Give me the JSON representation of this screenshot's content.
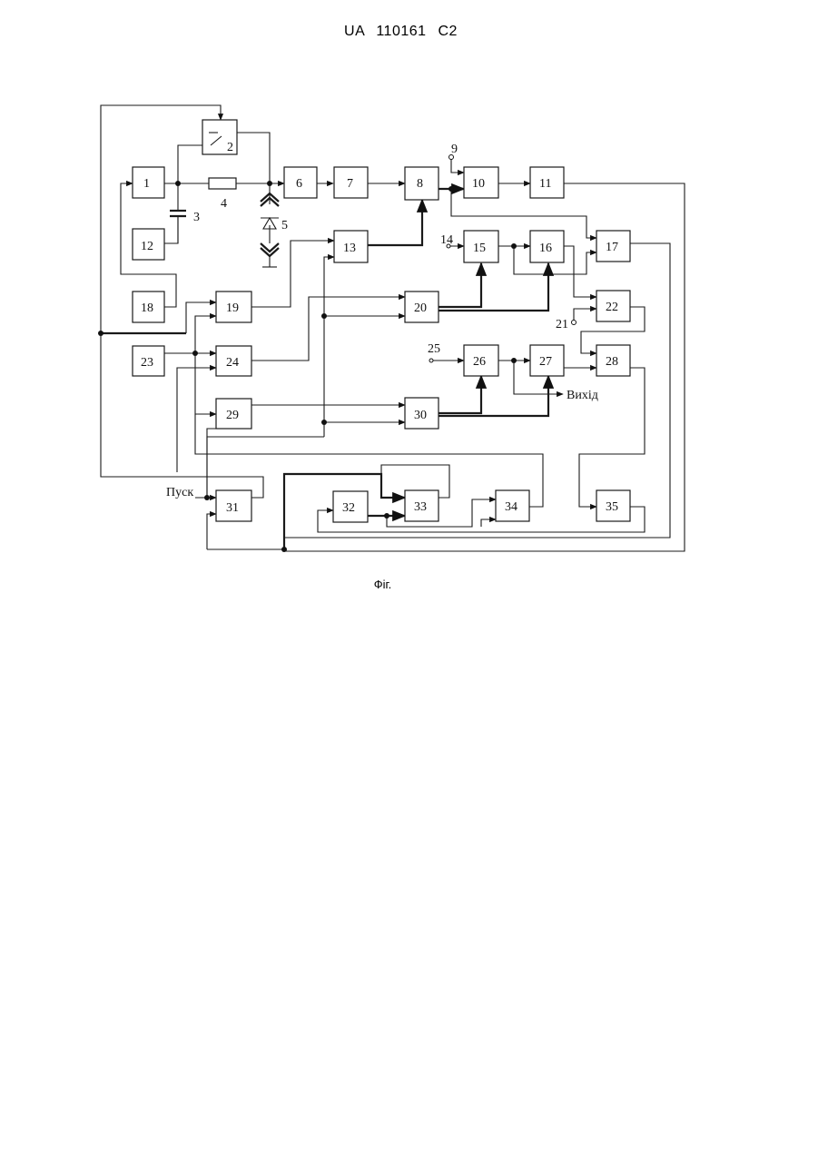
{
  "header": {
    "doc_number": "UA 110161 C2"
  },
  "caption": "Фіг.",
  "blocks": [
    {
      "id": "1",
      "label": "1"
    },
    {
      "id": "2",
      "label": "2"
    },
    {
      "id": "6",
      "label": "6"
    },
    {
      "id": "7",
      "label": "7"
    },
    {
      "id": "8",
      "label": "8"
    },
    {
      "id": "10",
      "label": "10"
    },
    {
      "id": "11",
      "label": "11"
    },
    {
      "id": "12",
      "label": "12"
    },
    {
      "id": "13",
      "label": "13"
    },
    {
      "id": "15",
      "label": "15"
    },
    {
      "id": "16",
      "label": "16"
    },
    {
      "id": "17",
      "label": "17"
    },
    {
      "id": "18",
      "label": "18"
    },
    {
      "id": "19",
      "label": "19"
    },
    {
      "id": "20",
      "label": "20"
    },
    {
      "id": "22",
      "label": "22"
    },
    {
      "id": "23",
      "label": "23"
    },
    {
      "id": "24",
      "label": "24"
    },
    {
      "id": "26",
      "label": "26"
    },
    {
      "id": "27",
      "label": "27"
    },
    {
      "id": "28",
      "label": "28"
    },
    {
      "id": "29",
      "label": "29"
    },
    {
      "id": "30",
      "label": "30"
    },
    {
      "id": "31",
      "label": "31"
    },
    {
      "id": "32",
      "label": "32"
    },
    {
      "id": "33",
      "label": "33"
    },
    {
      "id": "34",
      "label": "34"
    },
    {
      "id": "35",
      "label": "35"
    }
  ],
  "labels": {
    "capacitor": "3",
    "resistor": "4",
    "diode": "5",
    "terminal_9": "9",
    "terminal_14": "14",
    "terminal_21": "21",
    "terminal_25": "25",
    "output": "Вихід",
    "start": "Пуск"
  }
}
